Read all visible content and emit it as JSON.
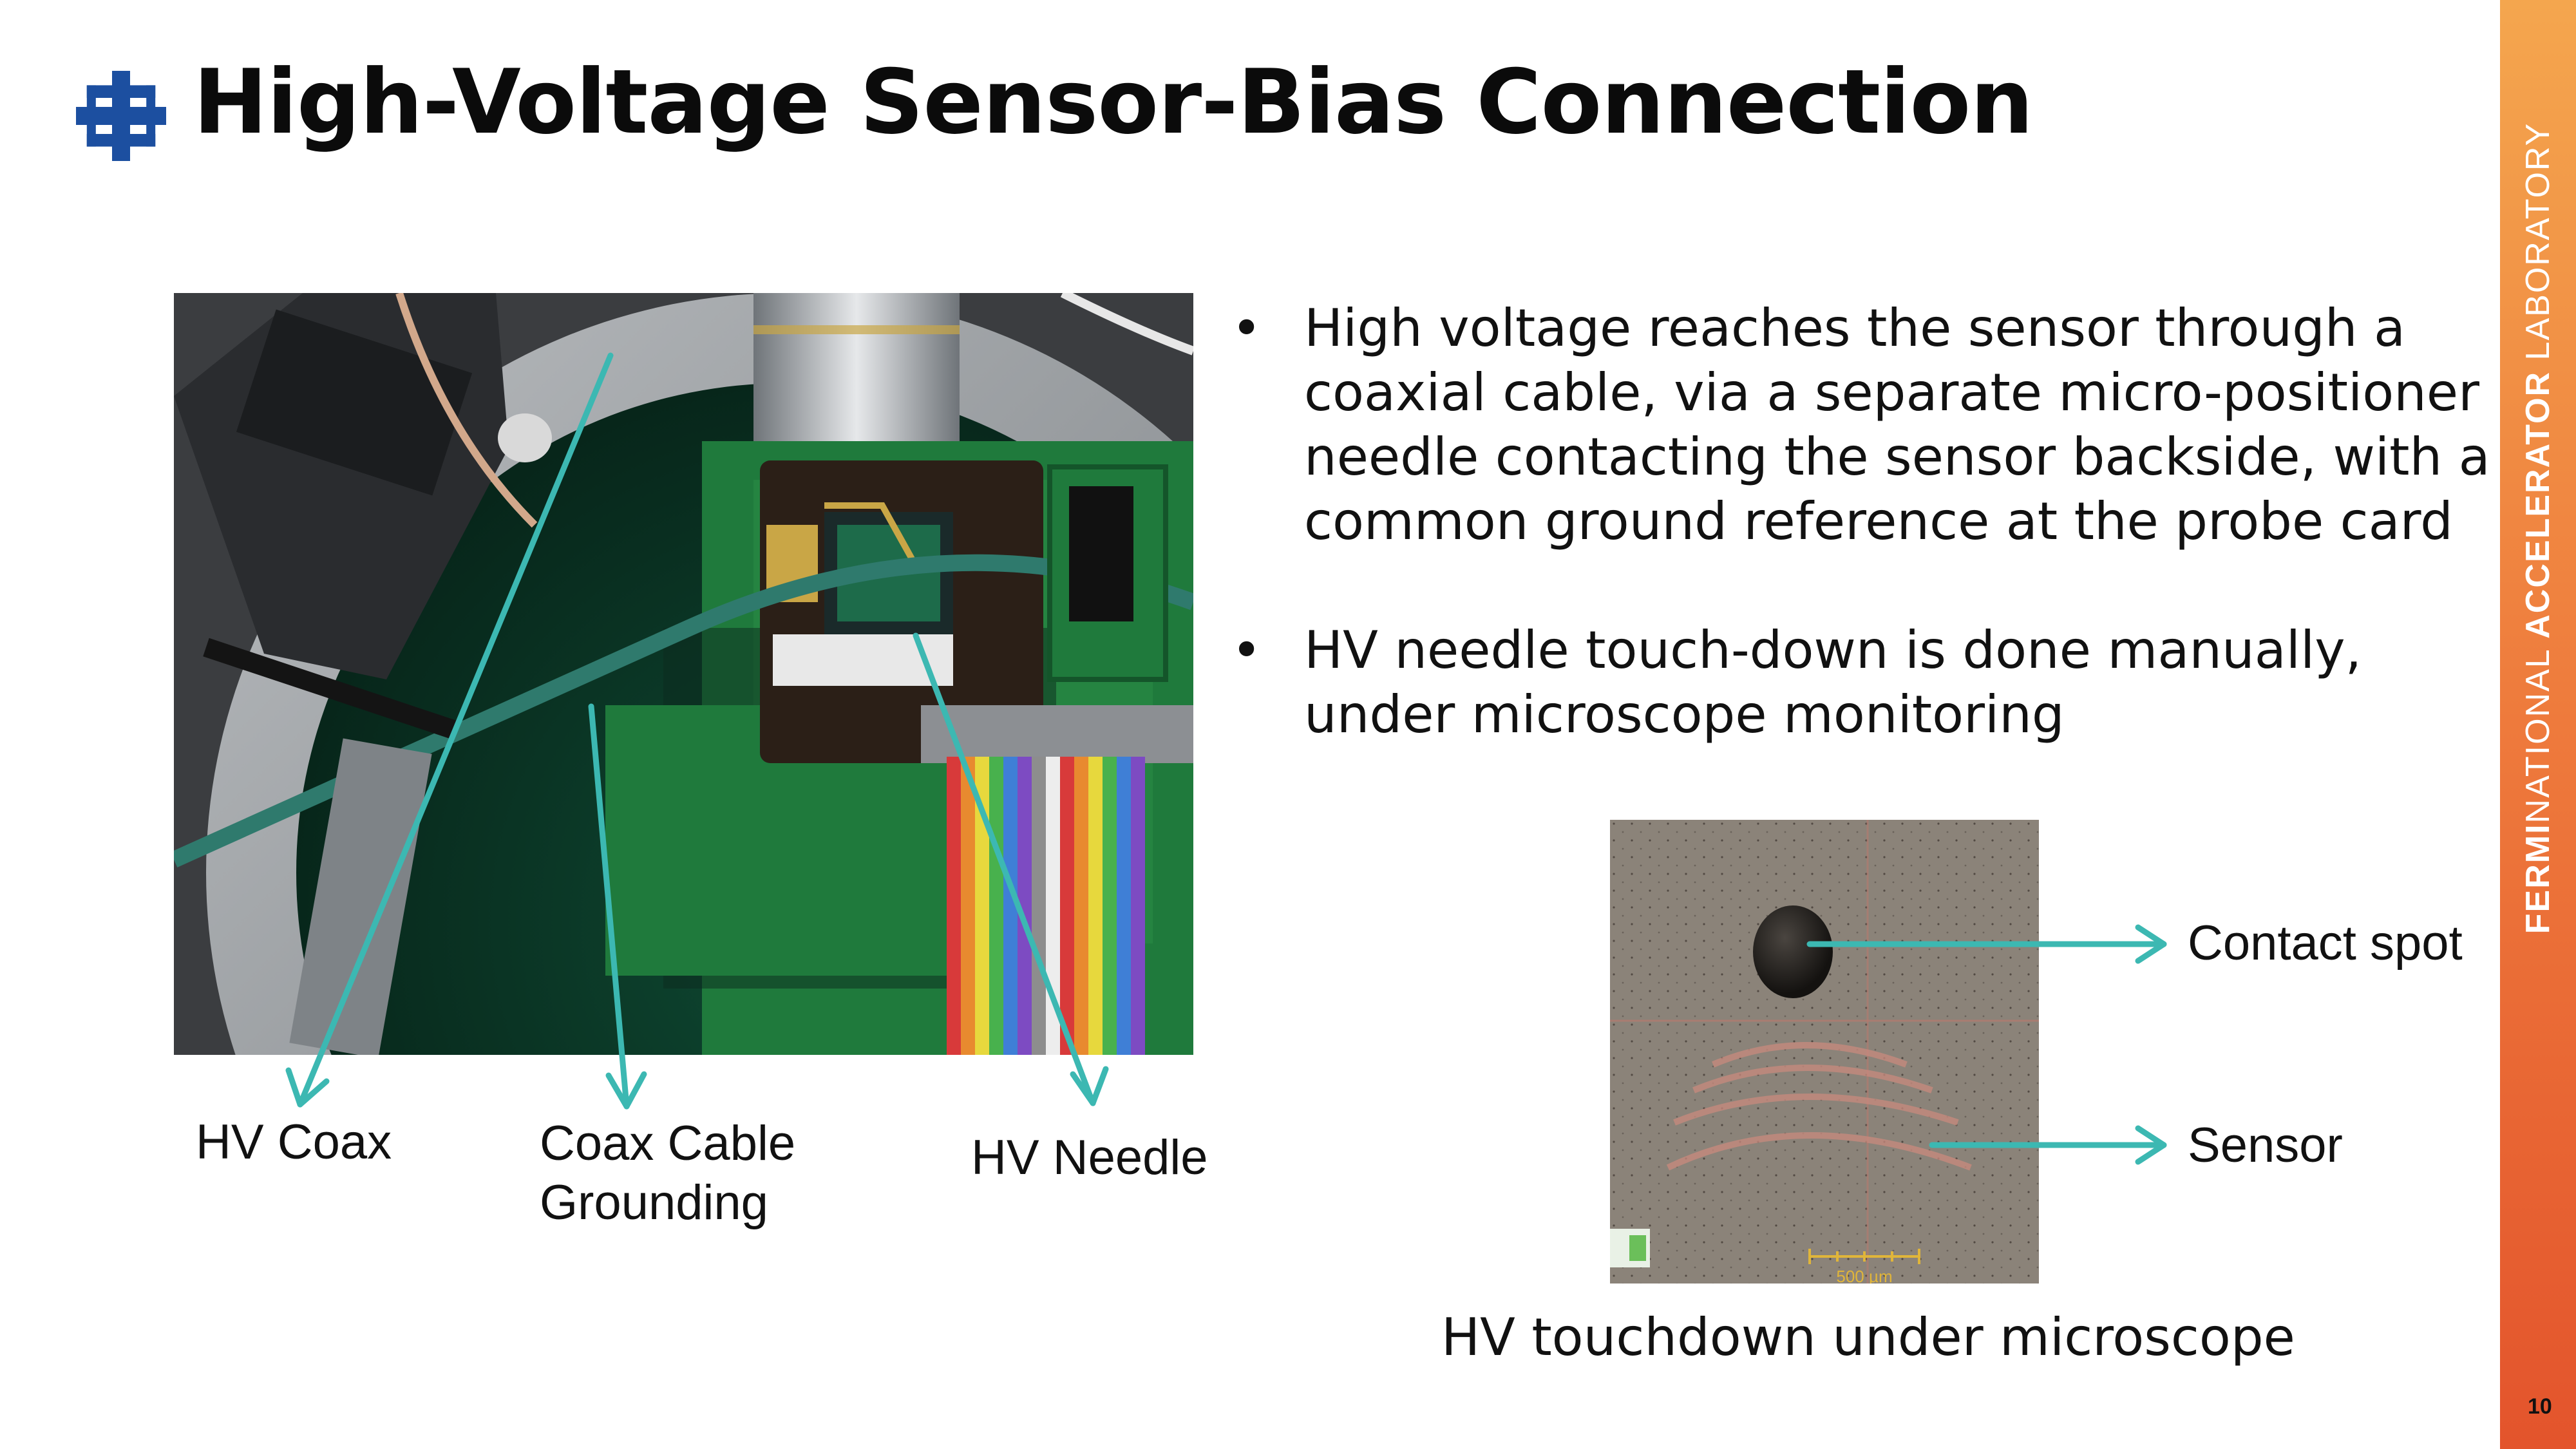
{
  "title": "High-Voltage Sensor-Bias Connection",
  "sidebar": {
    "bold": "FERMI",
    "mid": "NATIONAL ",
    "bold2": "ACCELERATOR",
    "end": " LABORATORY"
  },
  "page_number": "10",
  "bullets": [
    "High voltage reaches the sensor through a coaxial cable, via a separate micro-positioner needle contacting the sensor backside, with a common ground reference at the probe card",
    "HV needle touch-down is done manually, under microscope monitoring"
  ],
  "photo_labels": {
    "hv_coax": "HV Coax",
    "coax_cable_grounding_1": "Coax Cable",
    "coax_cable_grounding_2": "Grounding",
    "hv_needle": "HV Needle"
  },
  "microscope": {
    "contact_spot": "Contact spot",
    "sensor": "Sensor",
    "scale_bar": "500 µm",
    "caption": "HV touchdown under microscope"
  },
  "colors": {
    "arrow": "#3cb8b2",
    "logo": "#1c4fa0",
    "sidebar": "#ee7a3c"
  }
}
